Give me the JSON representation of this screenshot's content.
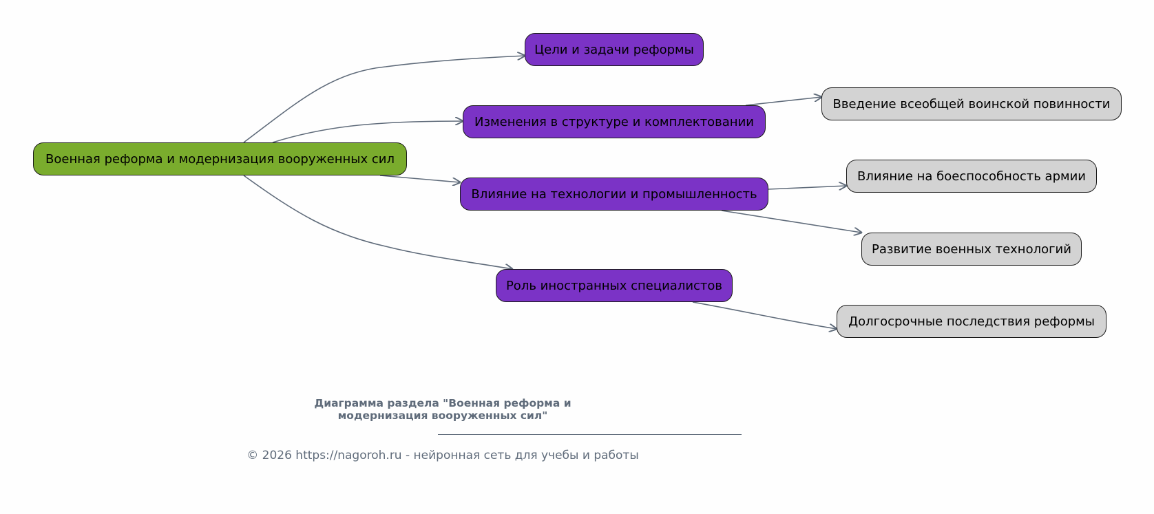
{
  "diagram": {
    "root": {
      "label": "Военная реформа и модернизация вооруженных сил",
      "color": "#7aac2d"
    },
    "branches": [
      {
        "label": "Цели и задачи реформы",
        "color": "#7b33c6"
      },
      {
        "label": "Изменения в структуре и комплектовании",
        "color": "#7b33c6"
      },
      {
        "label": "Влияние на технологии и промышленность",
        "color": "#7b33c6"
      },
      {
        "label": "Роль иностранных специалистов",
        "color": "#7b33c6"
      }
    ],
    "leaves": [
      {
        "label": "Введение всеобщей воинской повинности",
        "color": "#d3d3d3"
      },
      {
        "label": "Влияние на боеспособность армии",
        "color": "#d3d3d3"
      },
      {
        "label": "Развитие военных технологий",
        "color": "#d3d3d3"
      },
      {
        "label": "Долгосрочные последствия реформы",
        "color": "#d3d3d3"
      }
    ],
    "edge_color": "#5f6b7a"
  },
  "caption": {
    "title_line1": "Диаграмма раздела \"Военная реформа и",
    "title_line2": "модернизация вооруженных сил\"",
    "copyright": "© 2026 https://nagoroh.ru - нейронная сеть для учебы и работы"
  }
}
